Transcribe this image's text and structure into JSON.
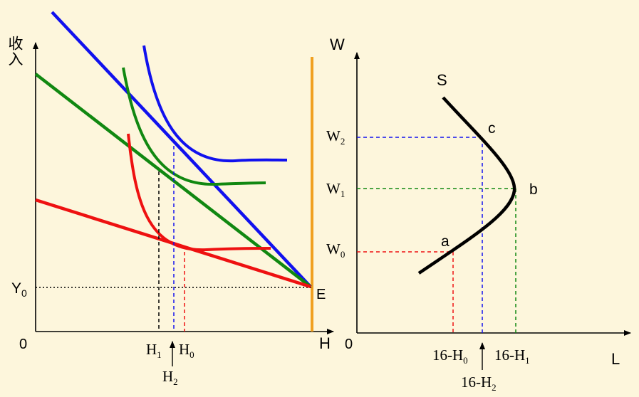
{
  "colors": {
    "background": "#FDF6DC",
    "blue": "#1111EE",
    "green": "#118811",
    "red": "#EE1111",
    "orange": "#F0A020",
    "black": "#000000"
  },
  "left": {
    "y_axis_label": "收入",
    "x_axis_label": "H",
    "origin_label": "0",
    "y0_label": "Y",
    "y0_sub": "0",
    "endpoint_label": "E",
    "h1_label": "H",
    "h1_sub": "1",
    "h0_label": "H",
    "h0_sub": "0",
    "h2_label": "H",
    "h2_sub": "2"
  },
  "right": {
    "y_axis_label": "W",
    "x_axis_label": "L",
    "origin_label": "0",
    "curve_label": "S",
    "point_a": "a",
    "point_b": "b",
    "point_c": "c",
    "w2_label": "W",
    "w2_sub": "2",
    "w1_label": "W",
    "w1_sub": "1",
    "w0_label": "W",
    "w0_sub": "0",
    "l0_label": "16-H",
    "l0_sub": "0",
    "l1_label": "16-H",
    "l1_sub": "1",
    "l2_label": "16-H",
    "l2_sub": "2"
  }
}
